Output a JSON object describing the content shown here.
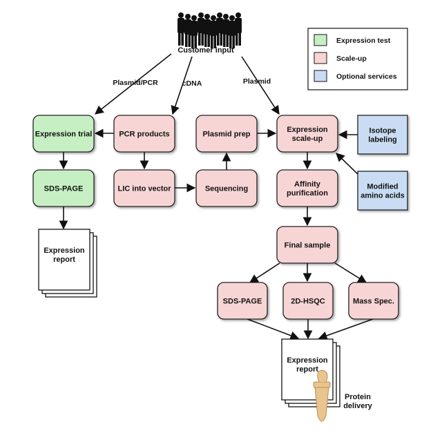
{
  "colors": {
    "expression_test": "#c6f0c3",
    "scale_up": "#f8d5d5",
    "optional": "#c9dcf3",
    "stroke": "#222222",
    "report": "#ffffff",
    "tube": "#e9c48e"
  },
  "icons": {
    "customer": "people-silhouette-icon",
    "tube": "protein-tube-icon"
  },
  "legend": {
    "items": [
      {
        "label": "Expression test",
        "color_key": "expression_test"
      },
      {
        "label": "Scale-up",
        "color_key": "scale_up"
      },
      {
        "label": "Optional services",
        "color_key": "optional"
      }
    ]
  },
  "customer": {
    "label": "Customer input"
  },
  "edge_labels": {
    "plasmid_pcr": "Plasmid/PCR",
    "cdna": "cDNA",
    "plasmid": "Plasmid"
  },
  "nodes": {
    "expression_trial": {
      "lines": [
        "Expression trial"
      ]
    },
    "sds_page_1": {
      "lines": [
        "SDS-PAGE"
      ]
    },
    "pcr_products": {
      "lines": [
        "PCR products"
      ]
    },
    "lic_into_vector": {
      "lines": [
        "LIC into vector"
      ]
    },
    "plasmid_prep": {
      "lines": [
        "Plasmid prep"
      ]
    },
    "sequencing": {
      "lines": [
        "Sequencing"
      ]
    },
    "expression_scaleup": {
      "lines": [
        "Expression",
        "scale-up"
      ]
    },
    "affinity_purification": {
      "lines": [
        "Affinity",
        "purification"
      ]
    },
    "isotope_labeling": {
      "lines": [
        "Isotope",
        "labeling"
      ]
    },
    "modified_amino_acids": {
      "lines": [
        "Modified",
        "amino acids"
      ]
    },
    "final_sample": {
      "lines": [
        "Final sample"
      ]
    },
    "sds_page_2": {
      "lines": [
        "SDS-PAGE"
      ]
    },
    "hsqc": {
      "lines": [
        "2D-HSQC"
      ]
    },
    "mass_spec": {
      "lines": [
        "Mass Spec."
      ]
    }
  },
  "reports": {
    "report_1": {
      "lines": [
        "Expression",
        "report"
      ]
    },
    "report_2": {
      "lines": [
        "Expression",
        "report"
      ]
    }
  },
  "delivery": {
    "lines": [
      "Protein",
      "delivery"
    ]
  }
}
